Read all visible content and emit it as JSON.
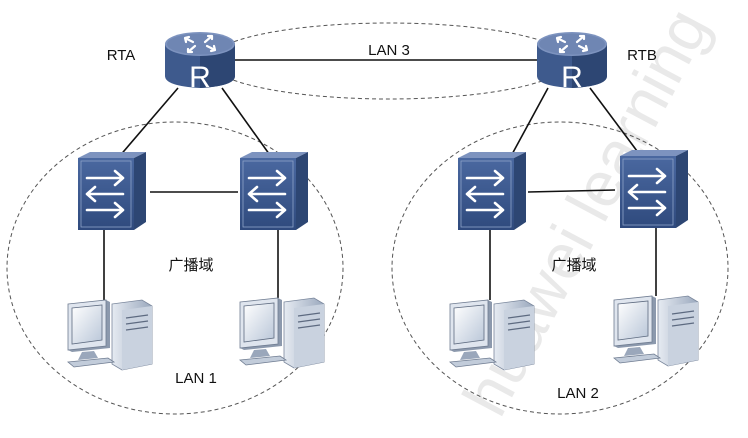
{
  "colors": {
    "device_top": "#6f86b3",
    "device_front": "#3e5a8d",
    "device_side": "#2d4673",
    "line": "#111111",
    "dashed": "#555555",
    "watermark": "#e9e9e9"
  },
  "labels": {
    "router_a": "RTA",
    "router_b": "RTB",
    "lan3": "LAN 3",
    "lan1": "LAN 1",
    "lan2": "LAN 2",
    "broadcast_left": "广播域",
    "broadcast_right": "广播域",
    "router_a_glyph": "R",
    "router_b_glyph": "R"
  },
  "watermark": "huawei learning"
}
